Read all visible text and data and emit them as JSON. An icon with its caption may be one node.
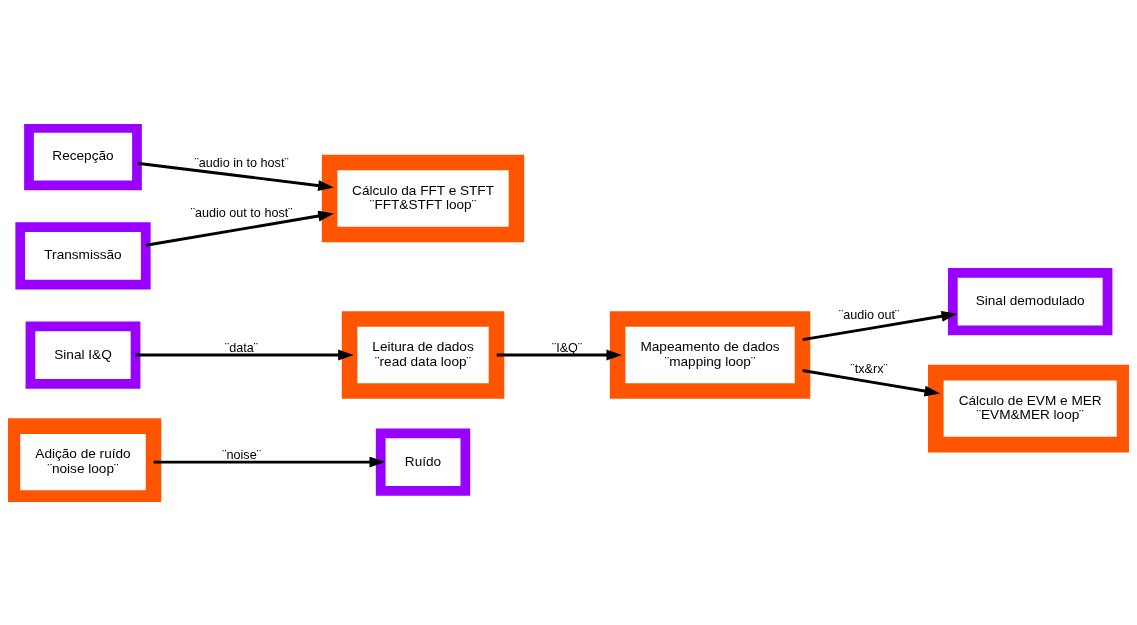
{
  "diagram": {
    "nodes": [
      {
        "text": [
          "Ruído"
        ]
      },
      {
        "text": [
          "Adição de ruído",
          "¨noise loop¨"
        ]
      },
      {
        "text": [
          "Sinal demodulado"
        ]
      },
      {
        "text": [
          "Sinal I&Q"
        ]
      },
      {
        "text": [
          "Leitura de dados",
          "¨read data loop¨"
        ]
      },
      {
        "text": [
          "Mapeamento de dados",
          "¨mapping loop¨"
        ]
      },
      {
        "text": [
          "Cálculo de EVM e MER",
          "¨EVM&MER loop¨"
        ]
      },
      {
        "text": [
          "Cálculo da FFT e STFT",
          "¨FFT&STFT loop¨"
        ]
      },
      {
        "text": [
          "Recepção"
        ]
      },
      {
        "text": [
          "Transmissão"
        ]
      }
    ],
    "edges": [
      {
        "from": 1,
        "to": 0,
        "arrow": "to",
        "label": "¨noise¨"
      },
      {
        "from": 3,
        "to": 4,
        "arrow": "to",
        "label": "¨data¨"
      },
      {
        "from": 4,
        "to": 5,
        "arrow": "to",
        "label": "¨I&Q¨"
      },
      {
        "from": 5,
        "to": 2,
        "arrow": "to",
        "label": "¨audio out¨"
      },
      {
        "from": 5,
        "to": 6,
        "arrow": "to",
        "label": "¨tx&rx¨"
      },
      {
        "from": 8,
        "to": 7,
        "arrow": "to",
        "label": "¨audio in to host¨"
      },
      {
        "from": 9,
        "to": 7,
        "arrow": "to",
        "label": "¨audio out to host¨"
      }
    ]
  }
}
